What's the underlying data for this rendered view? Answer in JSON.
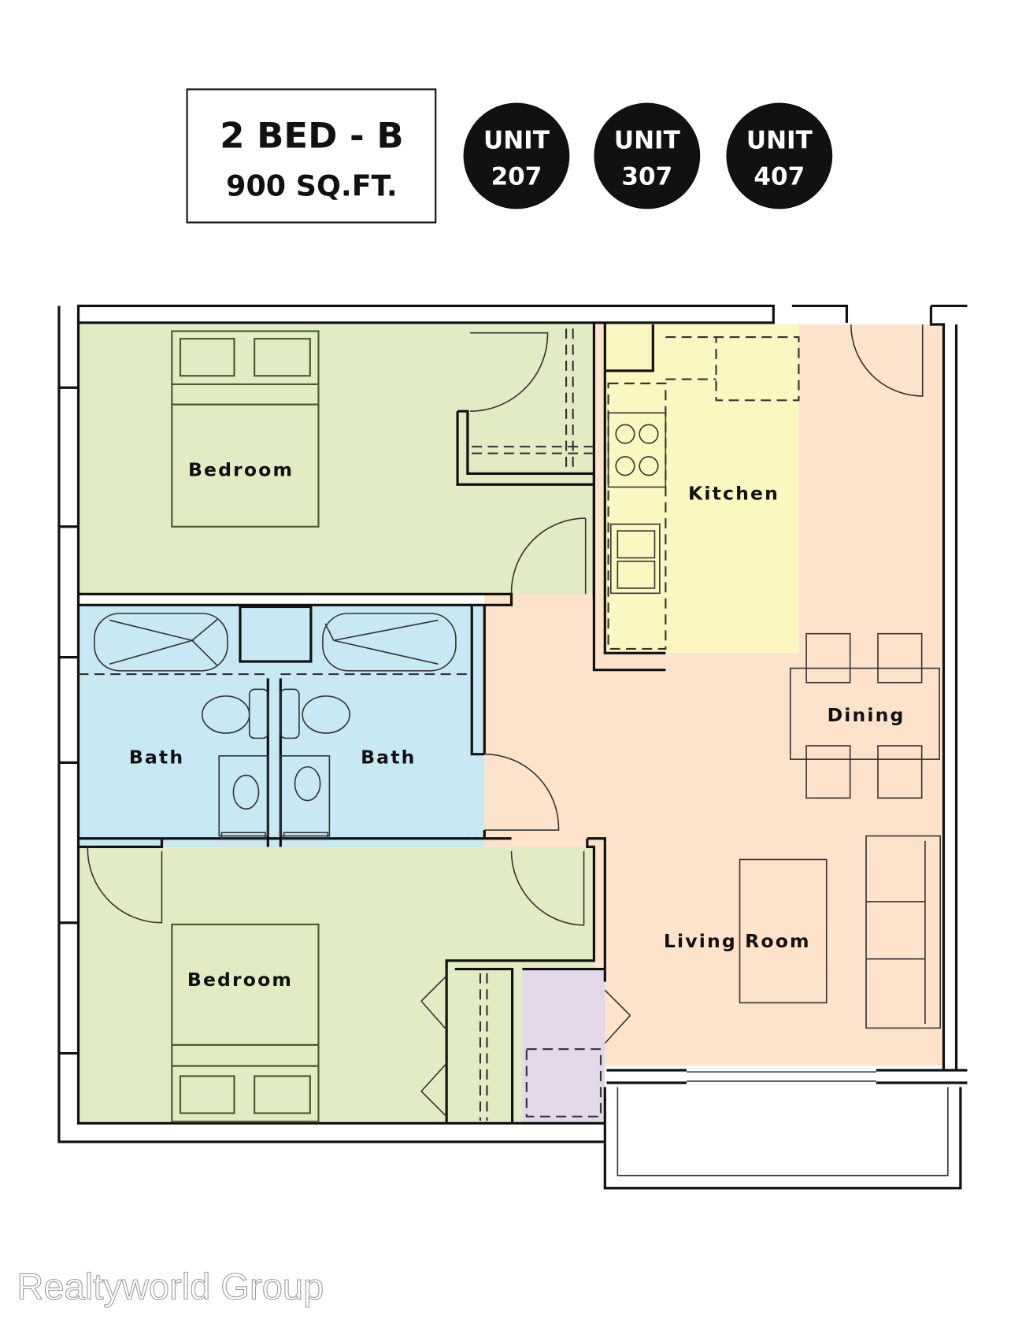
{
  "header": {
    "plan_name": "2 BED - B",
    "area": "900 SQ.FT."
  },
  "units": [
    {
      "label": "UNIT",
      "number": "207"
    },
    {
      "label": "UNIT",
      "number": "307"
    },
    {
      "label": "UNIT",
      "number": "407"
    }
  ],
  "rooms": {
    "bedroom_top": "Bedroom",
    "bedroom_bottom": "Bedroom",
    "bath_left": "Bath",
    "bath_right": "Bath",
    "kitchen": "Kitchen",
    "dining": "Dining",
    "living": "Living Room"
  },
  "colors": {
    "bedroom": "#e2ecc4",
    "bath": "#c8e8f3",
    "kitchen": "#fbf7c0",
    "living": "#fde3cc",
    "closet": "#e3d8ea"
  },
  "watermark": "Realtyworld Group"
}
